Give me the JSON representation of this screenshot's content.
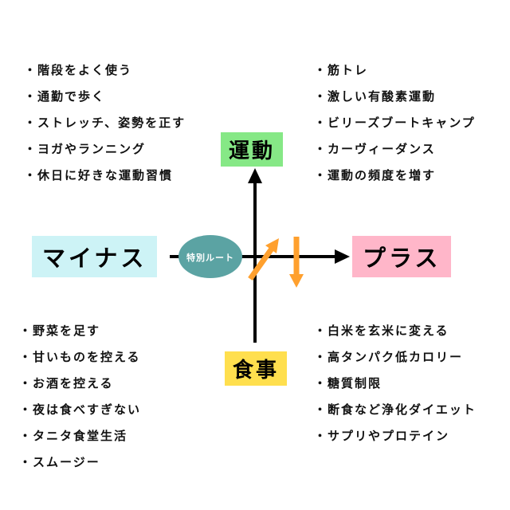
{
  "labels": {
    "top": "運動",
    "bottom": "食事",
    "left": "マイナス",
    "right": "プラス",
    "center": "特別ルート"
  },
  "lists": {
    "top_left": [
      "・階段をよく使う",
      "・通勤で歩く",
      "・ストレッチ、姿勢を正す",
      "・ヨガやランニング",
      "・休日に好きな運動習慣"
    ],
    "top_right": [
      "・筋トレ",
      "・激しい有酸素運動",
      "・ビリーズブートキャンプ",
      "・カーヴィーダンス",
      "・運動の頻度を増す"
    ],
    "bottom_left": [
      "・野菜を足す",
      "・甘いものを控える",
      "・お酒を控える",
      "・夜は食べすぎない",
      "・タニタ食堂生活",
      "・スムージー"
    ],
    "bottom_right": [
      "・白米を玄米に変える",
      "・高タンパク低カロリー",
      "・糖質制限",
      "・断食など浄化ダイエット",
      "・サプリやプロテイン"
    ]
  },
  "colors": {
    "top_label_bg": "#86e886",
    "bottom_label_bg": "#ffdf4e",
    "left_label_bg": "#cdf3f6",
    "right_label_bg": "#ffb6c9",
    "center_ellipse": "#5ba3a3",
    "highlight_arrow": "#ffa02e",
    "axis": "#000000"
  }
}
